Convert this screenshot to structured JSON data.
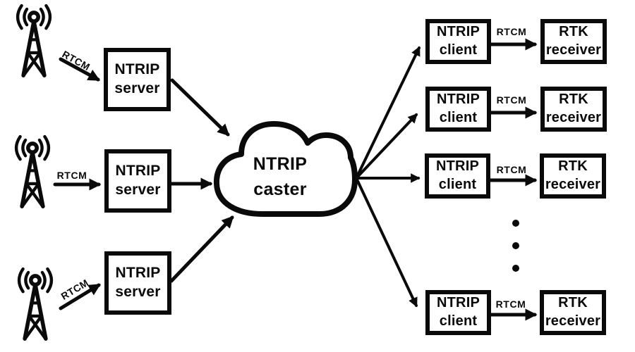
{
  "colors": {
    "ink": "#0a0a0a",
    "background": "#ffffff"
  },
  "rtcm_label": "RTCM",
  "cloud": {
    "line1": "NTRIP",
    "line2": "caster"
  },
  "servers": [
    {
      "line1": "NTRIP",
      "line2": "server"
    },
    {
      "line1": "NTRIP",
      "line2": "server"
    },
    {
      "line1": "NTRIP",
      "line2": "server"
    }
  ],
  "clients": [
    {
      "line1": "NTRIP",
      "line2": "client"
    },
    {
      "line1": "NTRIP",
      "line2": "client"
    },
    {
      "line1": "NTRIP",
      "line2": "client"
    },
    {
      "line1": "NTRIP",
      "line2": "client"
    }
  ],
  "receivers": [
    {
      "line1": "RTK",
      "line2": "receiver"
    },
    {
      "line1": "RTK",
      "line2": "receiver"
    },
    {
      "line1": "RTK",
      "line2": "receiver"
    },
    {
      "line1": "RTK",
      "line2": "receiver"
    }
  ],
  "ellipsis": {
    "dot_count": 3
  }
}
